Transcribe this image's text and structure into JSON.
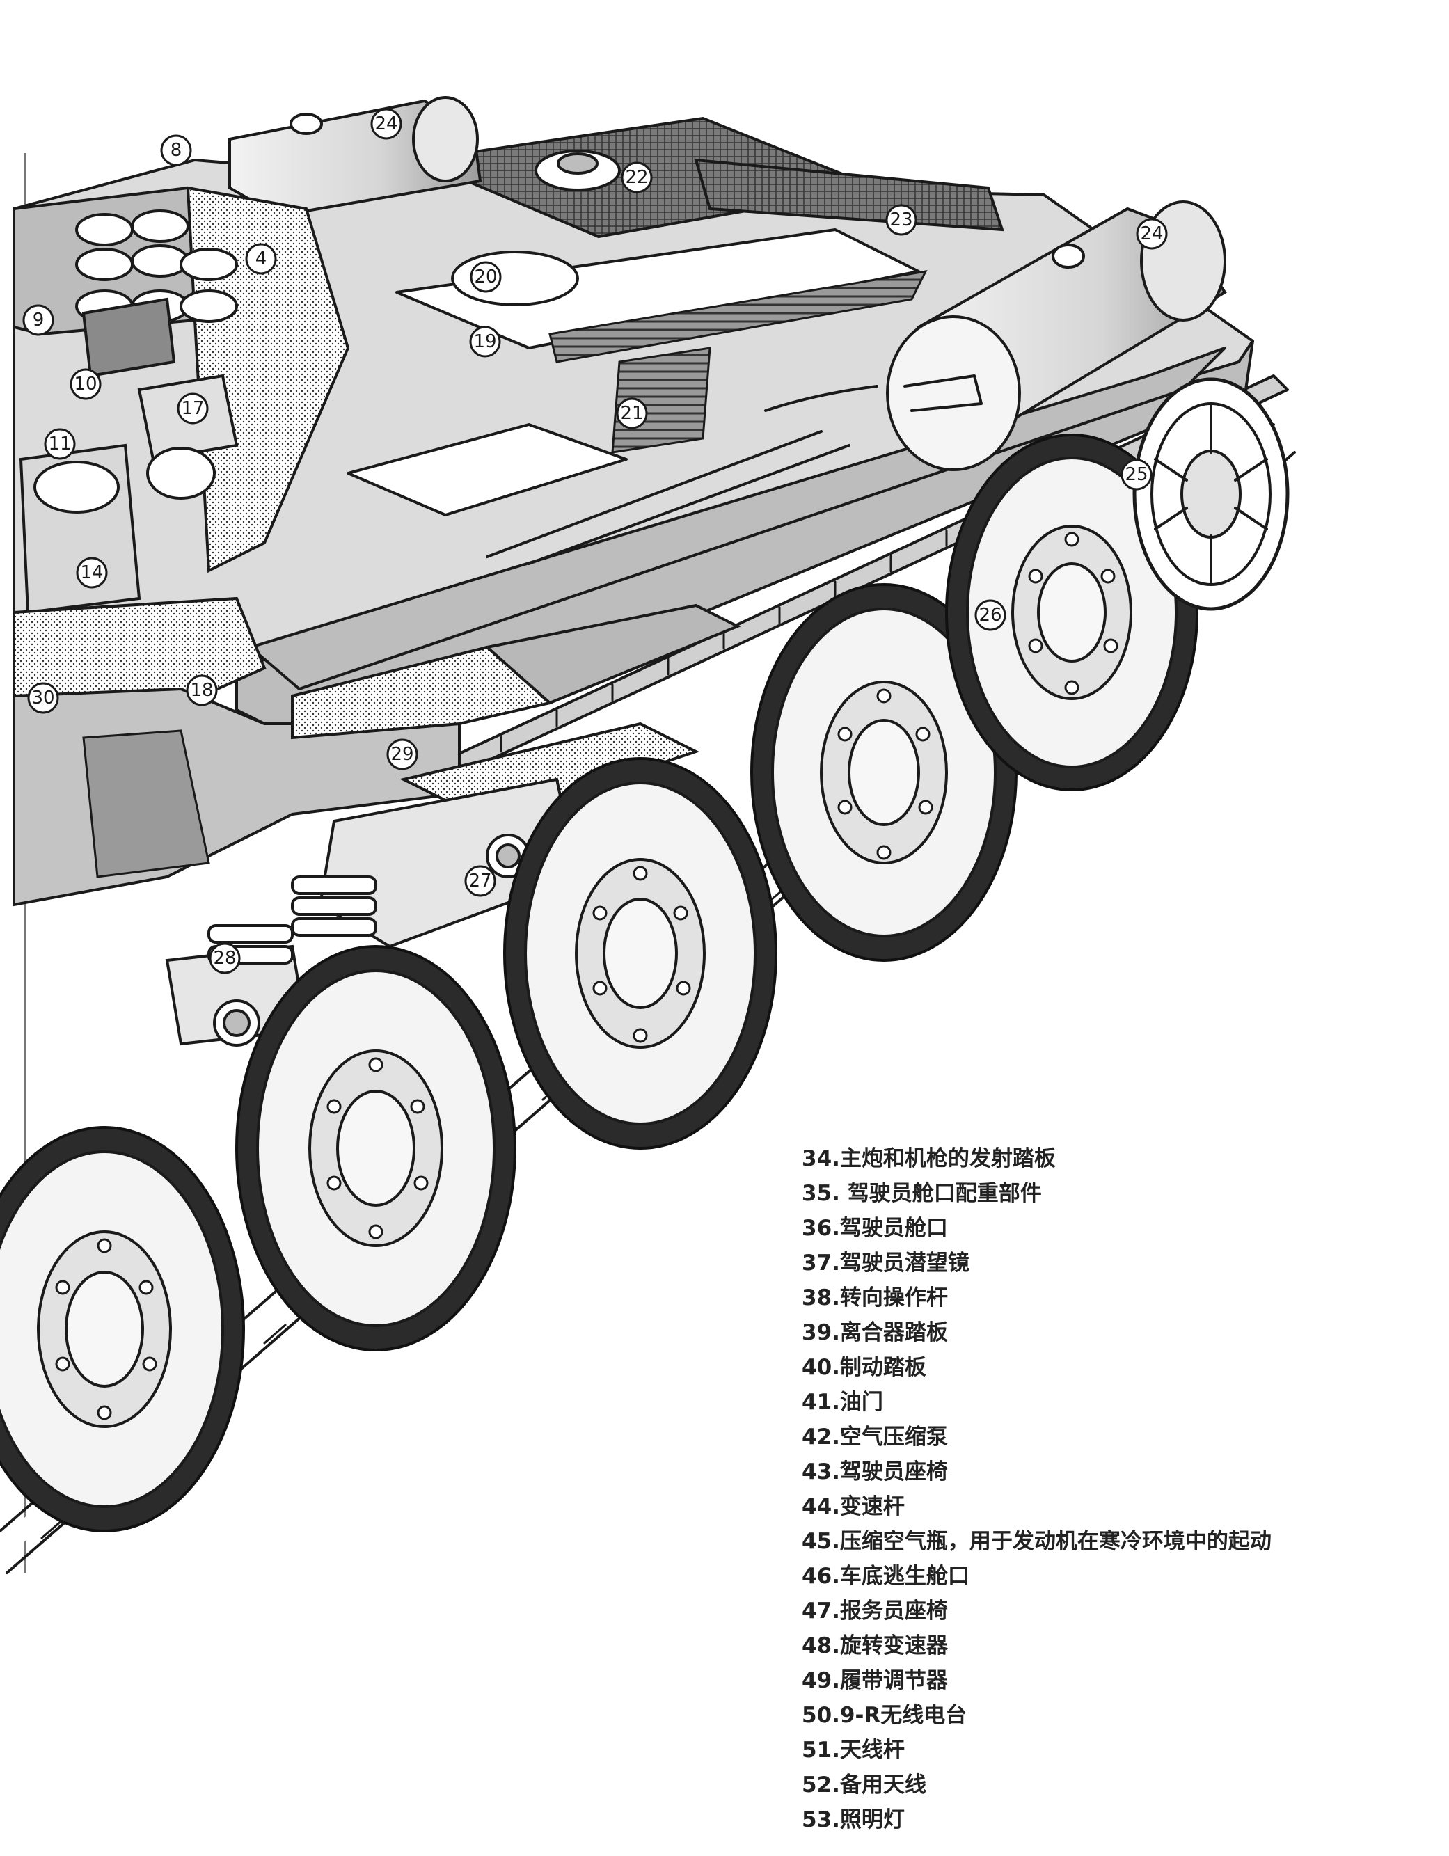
{
  "callouts": [
    "8",
    "24",
    "22",
    "23",
    "24",
    "4",
    "20",
    "19",
    "9",
    "10",
    "21",
    "17",
    "11",
    "25",
    "26",
    "14",
    "30",
    "18",
    "29",
    "27",
    "28"
  ],
  "legend": {
    "items": [
      {
        "num": "34.",
        "text": "主炮和机枪的发射踏板"
      },
      {
        "num": "35. ",
        "text": "驾驶员舱口配重部件"
      },
      {
        "num": "36.",
        "text": "驾驶员舱口"
      },
      {
        "num": "37.",
        "text": "驾驶员潜望镜"
      },
      {
        "num": "38.",
        "text": "转向操作杆"
      },
      {
        "num": "39.",
        "text": "离合器踏板"
      },
      {
        "num": "40.",
        "text": "制动踏板"
      },
      {
        "num": "41.",
        "text": "油门"
      },
      {
        "num": "42.",
        "text": "空气压缩泵"
      },
      {
        "num": "43.",
        "text": "驾驶员座椅"
      },
      {
        "num": "44.",
        "text": "变速杆"
      },
      {
        "num": "45.",
        "text": "压缩空气瓶，用于发动机在寒冷环境中的起动"
      },
      {
        "num": "46.",
        "text": "车底逃生舱口"
      },
      {
        "num": "47.",
        "text": "报务员座椅"
      },
      {
        "num": "48.",
        "text": "旋转变速器"
      },
      {
        "num": "49.",
        "text": "履带调节器"
      },
      {
        "num": "50.",
        "text": "9-R无线电台"
      },
      {
        "num": "51.",
        "text": "天线杆"
      },
      {
        "num": "52.",
        "text": "备用天线"
      },
      {
        "num": "53.",
        "text": "照明灯"
      }
    ]
  }
}
